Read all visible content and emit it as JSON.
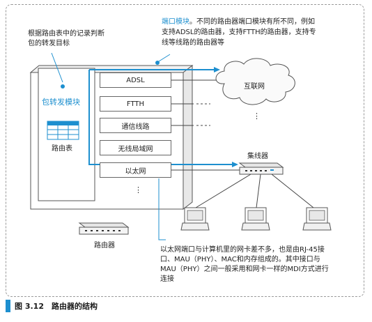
{
  "annotations": {
    "table_note": [
      "根据路由表中的记录判断",
      "包的转发目标"
    ],
    "port_note_title": "端口模块",
    "port_note_rest": [
      "。不同的路由器端口模块有所不同，例如",
      "支持ADSL的路由器，支持FTTH的路由器，支持专",
      "线等线路的路由器等"
    ],
    "ethernet_note": [
      "以太网端口与计算机里的网卡差不多，也是由RJ-45接",
      "口、MAU（PHY）、MAC和内存组成的。其中接口与",
      "MAU（PHY）之间一般采用和网卡一样的MDI方式进行",
      "连接"
    ]
  },
  "router": {
    "forwarding_module": "包转发模块",
    "routing_table": "路由表",
    "ports": [
      "ADSL",
      "FTTH",
      "通信线路",
      "无线局域网",
      "以太网"
    ],
    "ellipsis": "⋮",
    "device_label": "路由器"
  },
  "network": {
    "internet": "互联网",
    "hub": "集线器",
    "ellipsis": "⋮"
  },
  "caption": {
    "label": "图 3.12　路由器的结构"
  },
  "colors": {
    "accent": "#1d8fcf",
    "line": "#444444"
  }
}
